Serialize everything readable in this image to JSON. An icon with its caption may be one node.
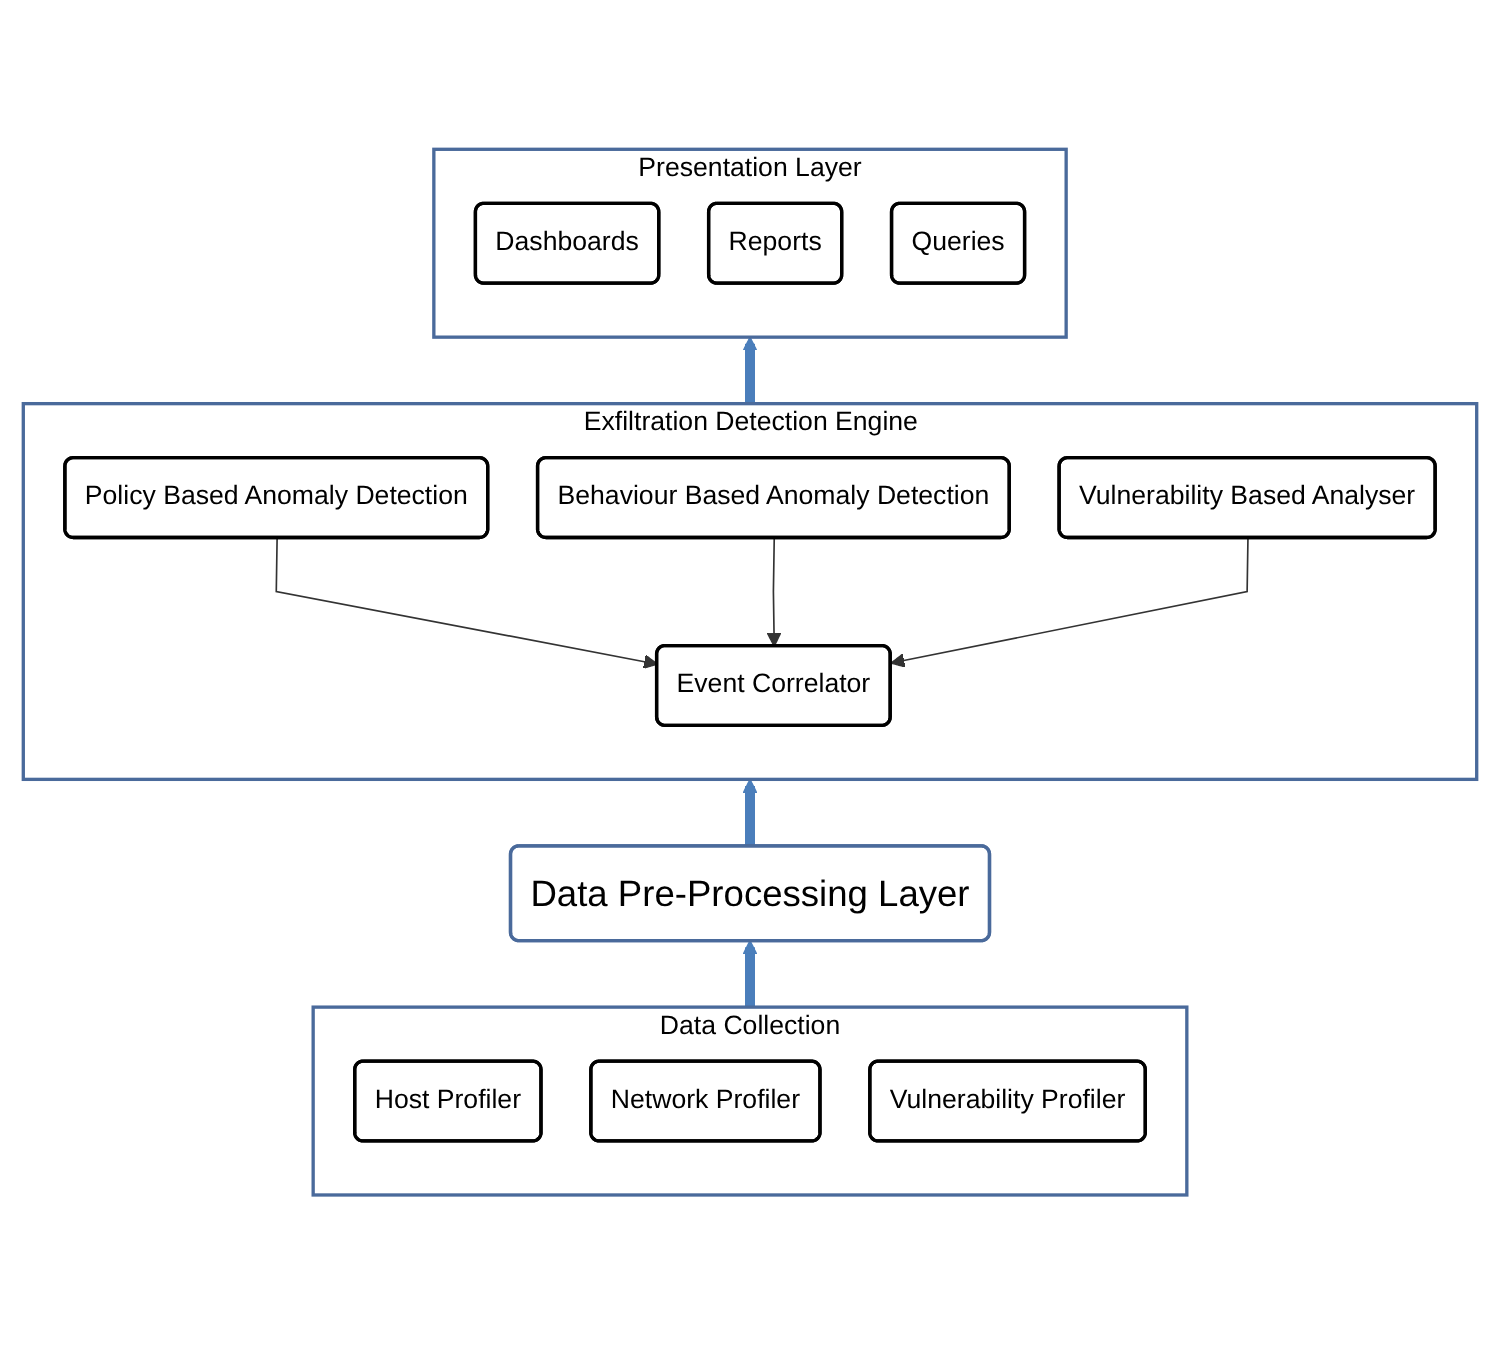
{
  "diagram": {
    "nodes": [
      {
        "text": [
          "Presentation Layer"
        ]
      },
      {
        "text": [
          "Dashboards"
        ],
        "in": 0
      },
      {
        "text": [
          "Reports"
        ],
        "in": 0
      },
      {
        "text": [
          "Queries"
        ],
        "in": 0
      },
      {
        "text": [
          "Exfiltration  Detection Engine"
        ]
      },
      {
        "text": [
          "Policy Based Anomaly Detection"
        ],
        "in": 4
      },
      {
        "text": [
          "Behaviour Based Anomaly Detection"
        ],
        "in": 4
      },
      {
        "text": [
          "Vulnerability Based Analyser"
        ],
        "in": 4
      },
      {
        "text": [
          "Event  Correlator"
        ],
        "in": 4
      },
      {
        "text": [
          "Data  Pre-Processing Layer"
        ]
      },
      {
        "text": [
          "Data Collection"
        ]
      },
      {
        "text": [
          "Host Profiler"
        ],
        "in": 10
      },
      {
        "text": [
          "Network  Profiler"
        ],
        "in": 10
      },
      {
        "text": [
          "Vulnerability Profiler"
        ],
        "in": 10
      }
    ],
    "edges": [
      {
        "from": 5,
        "to": 8,
        "arrow": "to"
      },
      {
        "from": 6,
        "to": 8,
        "arrow": "to"
      },
      {
        "from": 7,
        "to": 8,
        "arrow": "to"
      },
      {
        "from": 4,
        "to": 0,
        "arrow": "to",
        "style": "thick",
        "color": "#4a7ebb"
      },
      {
        "from": 9,
        "to": 4,
        "arrow": "to",
        "style": "thick",
        "color": "#4a7ebb"
      },
      {
        "from": 10,
        "to": 9,
        "arrow": "to",
        "style": "thick",
        "color": "#4a7ebb"
      }
    ]
  }
}
